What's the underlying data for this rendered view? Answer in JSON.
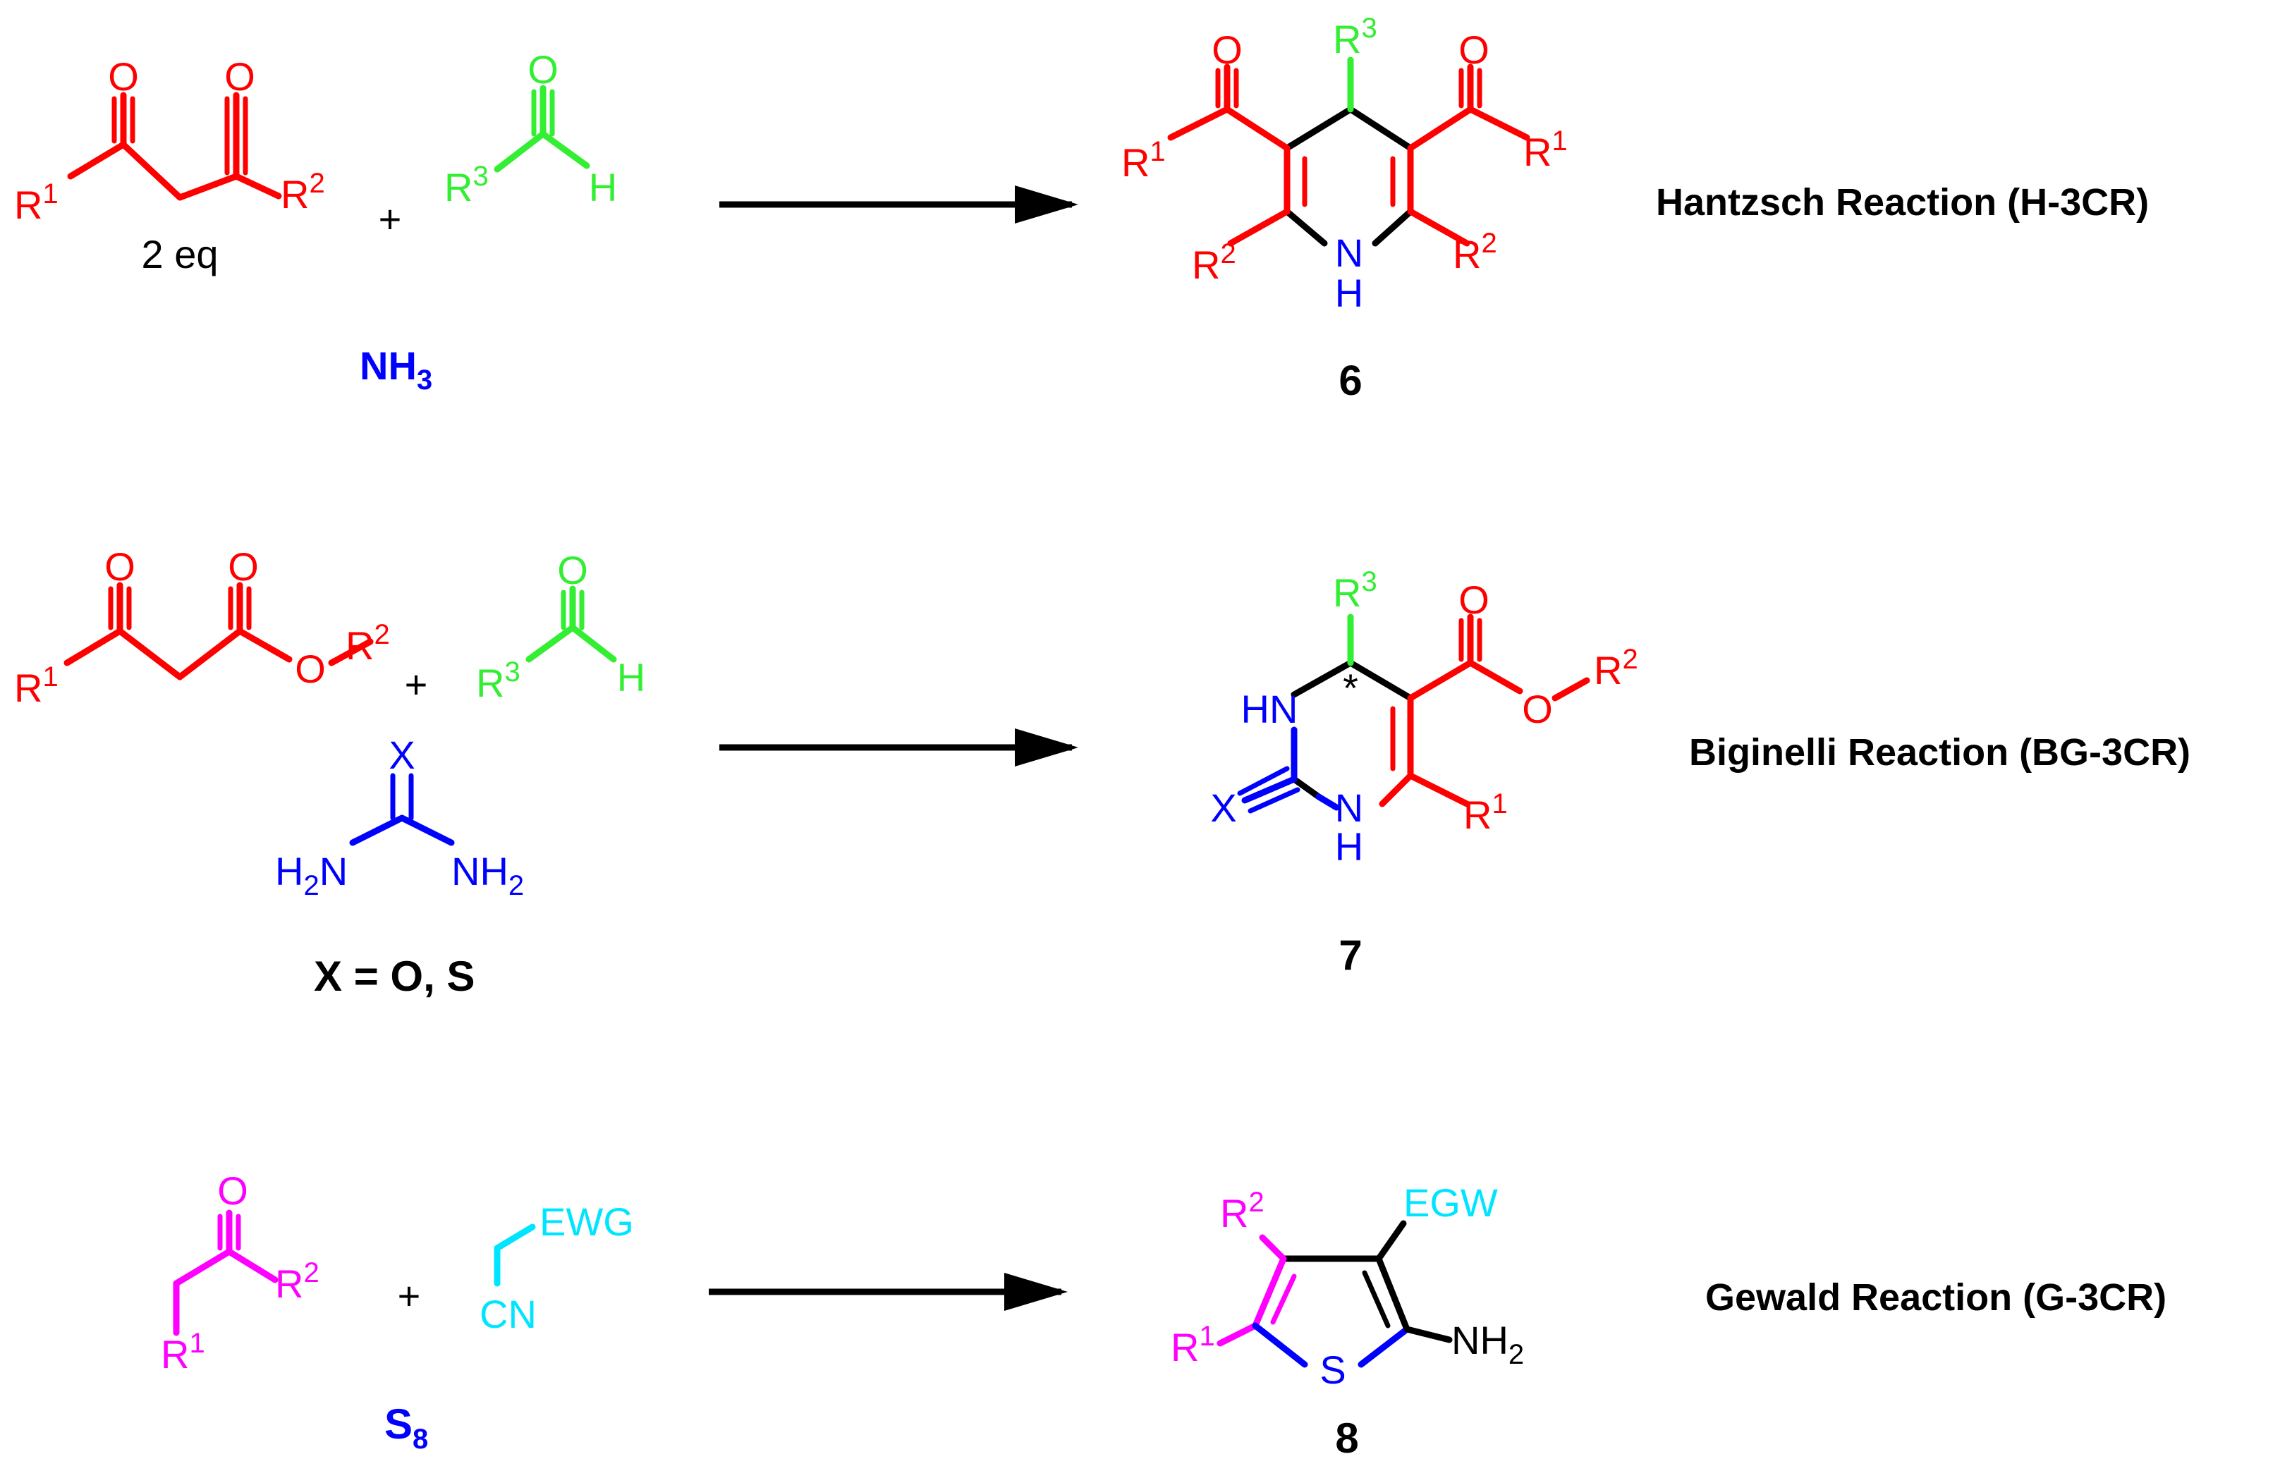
{
  "colors": {
    "red": "#ff0000",
    "green": "#33ee33",
    "blue": "#0000ff",
    "magenta": "#ff00ff",
    "cyan": "#00e5ff",
    "black": "#000000"
  },
  "labels": {
    "o": "O",
    "h": "H",
    "x": "X",
    "s": "S",
    "nh": "NH",
    "hn": "HN",
    "n": "N",
    "cn": "CN",
    "ewg": "EWG",
    "egw": "EGW",
    "r": "R",
    "one": "1",
    "two": "2",
    "three": "3",
    "eight": "8",
    "h2n_h": "H",
    "h2n_2": "2",
    "h2n_n": "N",
    "nh2_nh": "NH",
    "nh2_2": "2",
    "nh3_nh": "NH",
    "nh3_3": "3",
    "plus": "+",
    "star": "*"
  },
  "reactions": [
    {
      "name": "Hantzsch Reaction (H-3CR)",
      "product_number": "6",
      "equivalents": "2 eq",
      "reagent": "NH3"
    },
    {
      "name": "Biginelli Reaction (BG-3CR)",
      "product_number": "7",
      "condition": "X = O, S"
    },
    {
      "name": "Gewald Reaction (G-3CR)",
      "product_number": "8",
      "reagent": "S8"
    }
  ]
}
